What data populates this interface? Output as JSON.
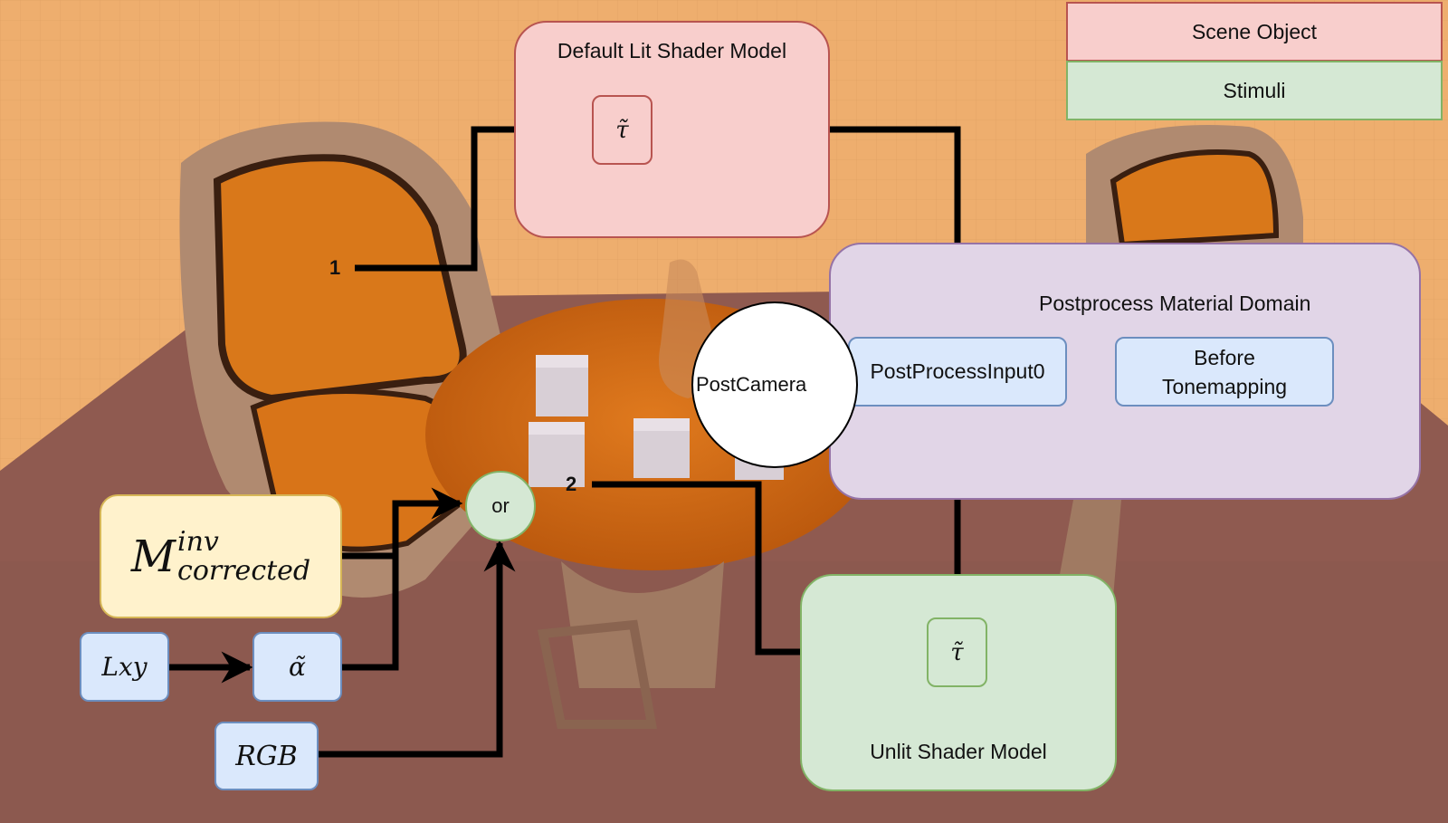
{
  "legend": {
    "scene_object": "Scene Object",
    "stimuli": "Stimuli"
  },
  "containers": {
    "default_lit": "Default Lit Shader Model",
    "postprocess": "Postprocess Material Domain",
    "unlit": "Unlit Shader Model"
  },
  "nodes": {
    "tau_lit": "τ̃",
    "tau_unlit": "τ̃",
    "post_input": "PostProcessInput0",
    "before_tonemapping": "Before Tonemapping",
    "post_camera": "PostCamera",
    "or": "or",
    "m_base": "M",
    "m_sup": "inv",
    "m_sub": "corrected",
    "lxy": "Lxy",
    "alpha": "α̃",
    "rgb": "RGB"
  },
  "paths": {
    "path1": "1",
    "path2": "2"
  },
  "colors": {
    "scene_object_fill": "#f8cecc",
    "stimuli_fill": "#d5e8d4",
    "input_fill": "#dae8fc",
    "matrix_fill": "#fff2cc",
    "postprocess_fill": "#e1d5e7"
  }
}
